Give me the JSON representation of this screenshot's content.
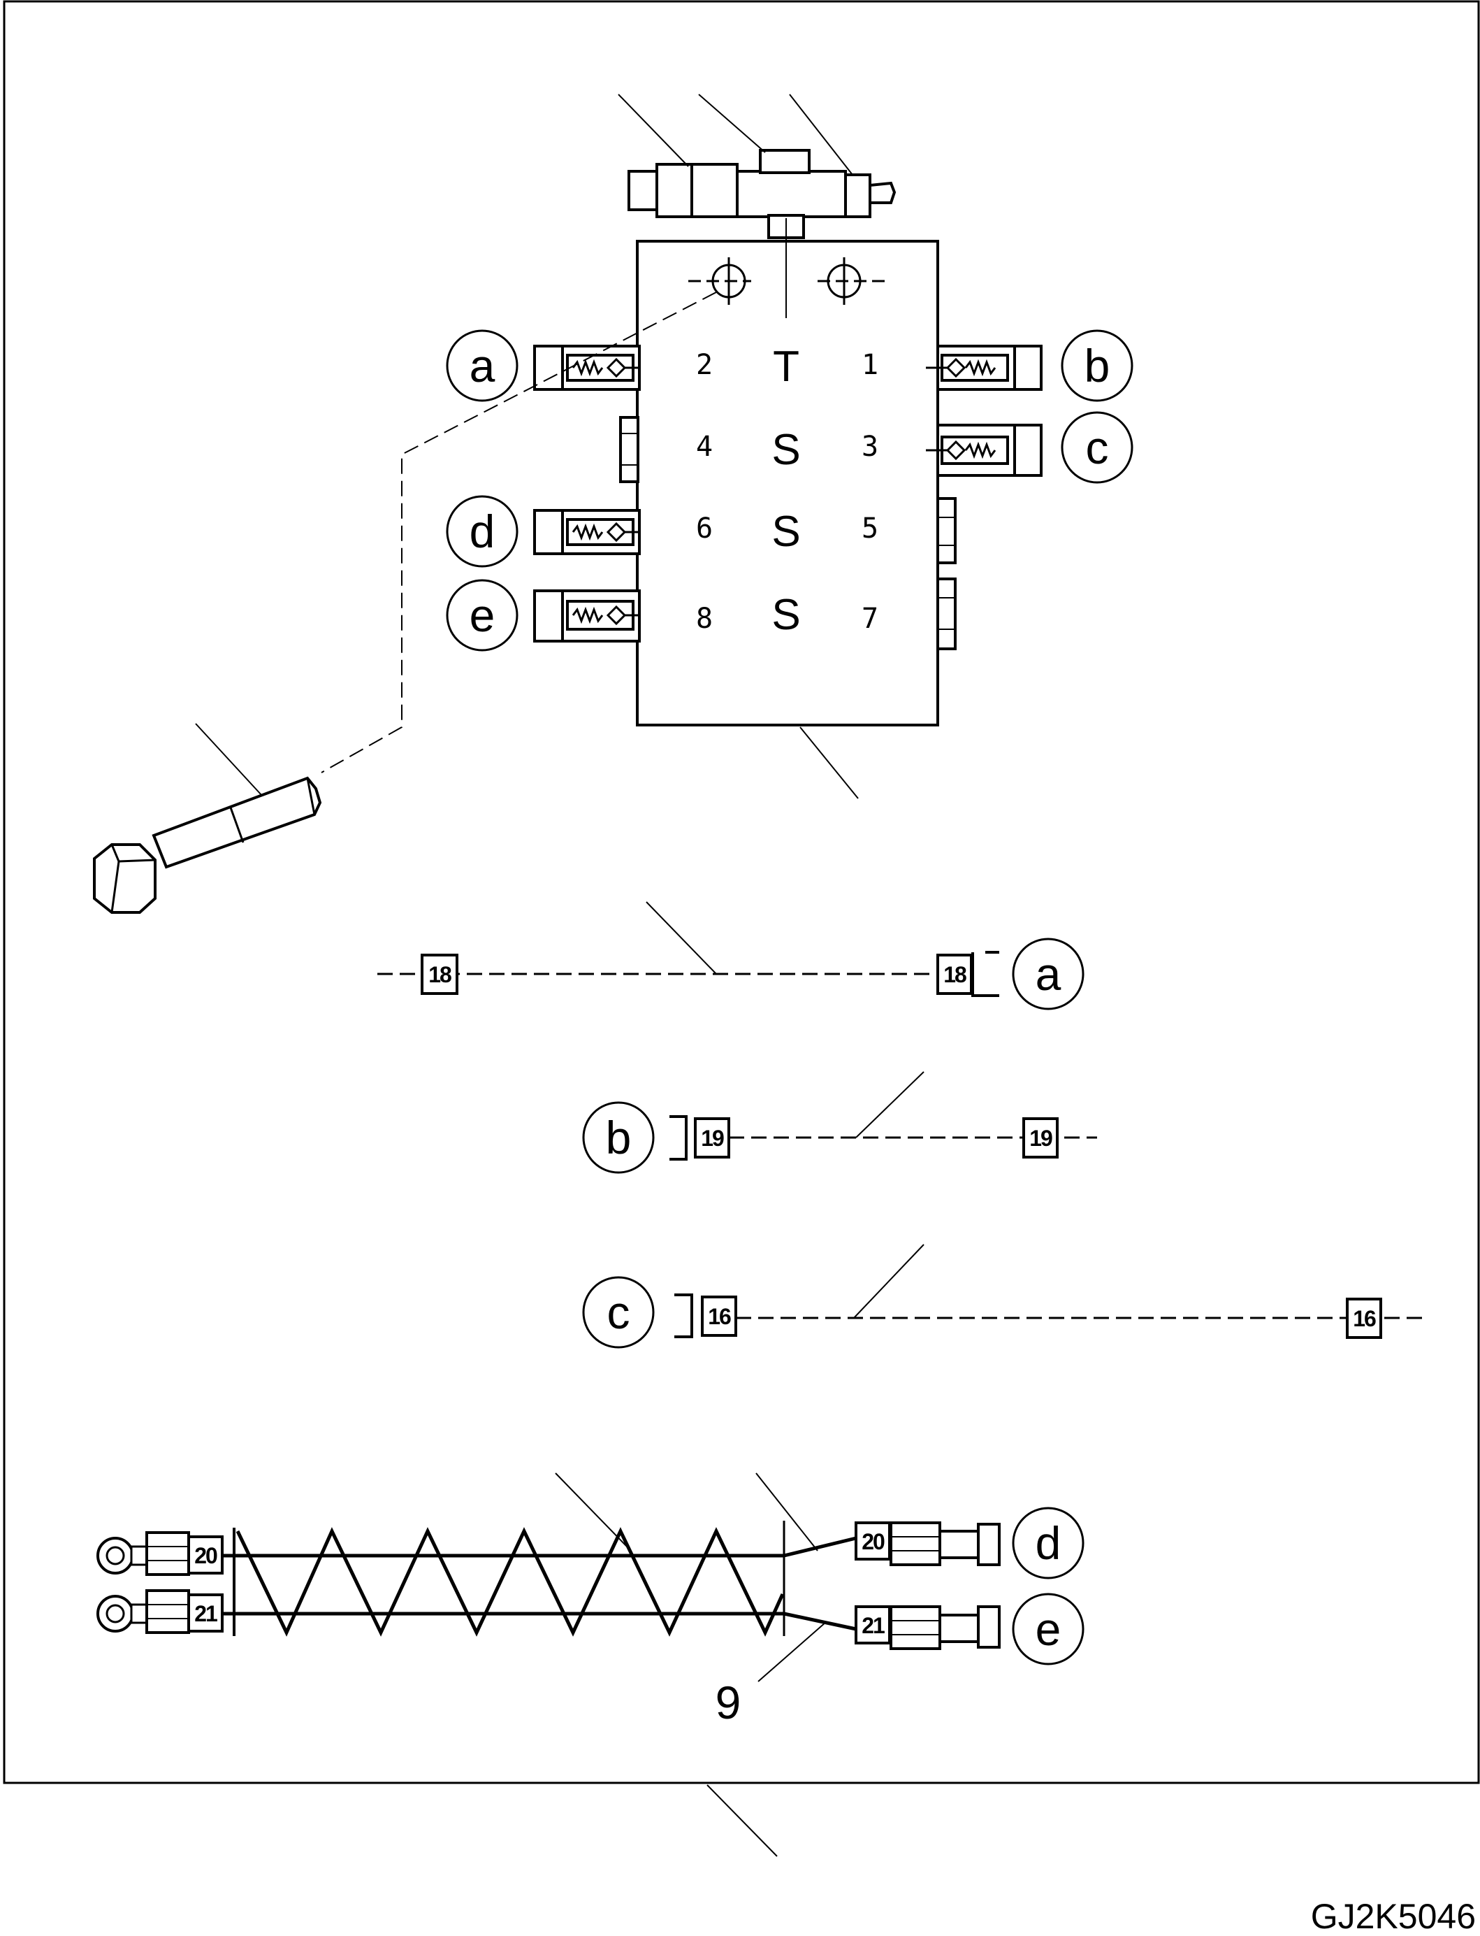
{
  "valve_block": {
    "ports": [
      {
        "number": "2",
        "type": "T",
        "number_right": "1"
      },
      {
        "number": "4",
        "type": "S",
        "number_right": "3"
      },
      {
        "number": "6",
        "type": "S",
        "number_right": "5"
      },
      {
        "number": "8",
        "type": "S",
        "number_right": "7"
      }
    ]
  },
  "callouts": {
    "a": "a",
    "b": "b",
    "c": "c",
    "d": "d",
    "e": "e"
  },
  "hoses": [
    {
      "id": "a",
      "tag_left": "18",
      "tag_right": "18"
    },
    {
      "id": "b",
      "tag_left": "19",
      "tag_right": "19"
    },
    {
      "id": "c",
      "tag_left": "16",
      "tag_right": "16"
    }
  ],
  "harness": {
    "tag_d_left": "20",
    "tag_d_right": "20",
    "tag_e_left": "21",
    "tag_e_right": "21",
    "item_number": "9"
  },
  "figure_code": "GJ2K5046"
}
